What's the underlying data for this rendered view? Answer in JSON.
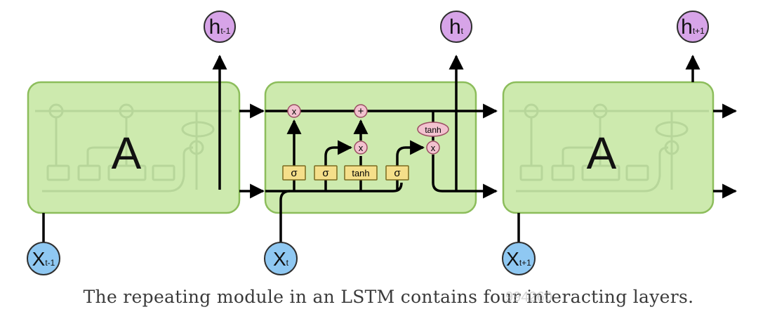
{
  "diagram": {
    "colors": {
      "module_fill": "#cdeaae",
      "module_stroke": "#8cbd5b",
      "layer_fill": "#f5df8a",
      "layer_stroke": "#7a6a1f",
      "op_fill": "#f2c2cf",
      "op_stroke": "#9a4d62",
      "h_fill": "#d7a4e8",
      "x_fill": "#8fc8f2",
      "node_stroke": "#2f2f2f",
      "line": "#000000"
    },
    "modules": [
      {
        "id": "left",
        "label": "A",
        "active": false
      },
      {
        "id": "center",
        "label": "",
        "active": true
      },
      {
        "id": "right",
        "label": "A",
        "active": false
      }
    ],
    "outputs": [
      {
        "main": "h",
        "sub": "t-1"
      },
      {
        "main": "h",
        "sub": "t"
      },
      {
        "main": "h",
        "sub": "t+1"
      }
    ],
    "inputs": [
      {
        "main": "X",
        "sub": "t-1"
      },
      {
        "main": "X",
        "sub": "t"
      },
      {
        "main": "X",
        "sub": "t+1"
      }
    ],
    "layers": [
      "σ",
      "σ",
      "tanh",
      "σ"
    ],
    "pointwise_ops": {
      "multiply": "x",
      "add": "+",
      "tanh": "tanh"
    }
  },
  "caption": "The repeating module in an LSTM contains four interacting layers.",
  "watermark": "994260"
}
